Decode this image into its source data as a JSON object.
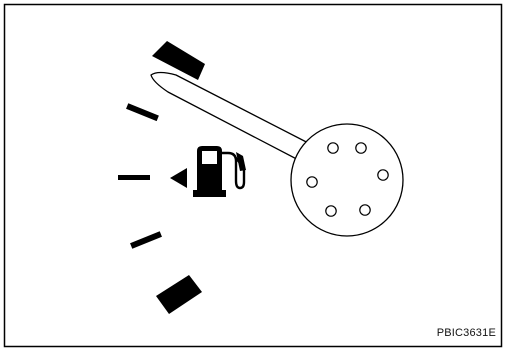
{
  "figure": {
    "id_label": "PBIC3631E"
  },
  "colors": {
    "ink": "#000000",
    "paper": "#ffffff"
  },
  "gauge": {
    "mark_count": 5,
    "hub_hole_count": 6,
    "indicator_icon": "fuel-pump-icon",
    "pointer_icon": "arrow-left-icon"
  }
}
